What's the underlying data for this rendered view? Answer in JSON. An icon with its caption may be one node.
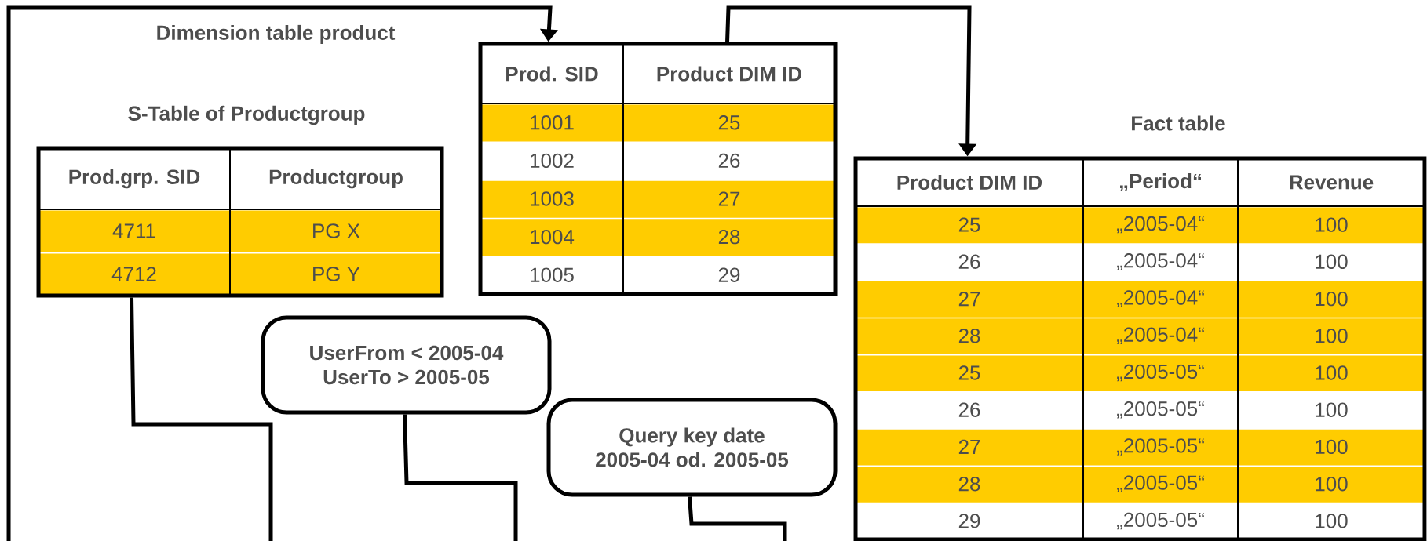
{
  "diagram": {
    "nodes": [
      {
        "text": [
          "S-Table of Productgroup",
          "Prod.grp. SID",
          "Productgroup",
          "4711",
          "PG X",
          "4712",
          "PG Y"
        ]
      },
      {
        "text": [
          "Prod. SID",
          "Product DIM ID",
          "1001",
          "25",
          "1002",
          "26",
          "1003",
          "27",
          "1004",
          "28",
          "1005",
          "29"
        ]
      },
      {
        "text": [
          "Fact table",
          "Product DIM ID",
          "„Period“",
          "Revenue",
          "25",
          "„2005-04“",
          "100",
          "26",
          "„2005-04“",
          "100",
          "27",
          "„2005-04“",
          "100",
          "28",
          "„2005-04“",
          "100",
          "25",
          "„2005-05“",
          "100",
          "26",
          "„2005-05“",
          "100",
          "27",
          "„2005-05“",
          "100",
          "28",
          "„2005-05“",
          "100",
          "29",
          "„2005-05“",
          "100"
        ]
      },
      {
        "text": [
          "UserFrom < 2005-04",
          "UserTo > 2005-05"
        ]
      },
      {
        "text": [
          "Query key date",
          "2005-04 od. 2005-05"
        ]
      }
    ],
    "edges": [
      {
        "from": null,
        "to": 1,
        "arrow": "to"
      },
      {
        "from": 1,
        "to": 2,
        "arrow": "to"
      },
      {
        "from": 0,
        "to": null,
        "arrow": "none"
      },
      {
        "from": 3,
        "to": null,
        "arrow": "none"
      },
      {
        "from": 4,
        "to": null,
        "arrow": "none"
      }
    ],
    "labels": [
      "Dimension table product"
    ]
  }
}
